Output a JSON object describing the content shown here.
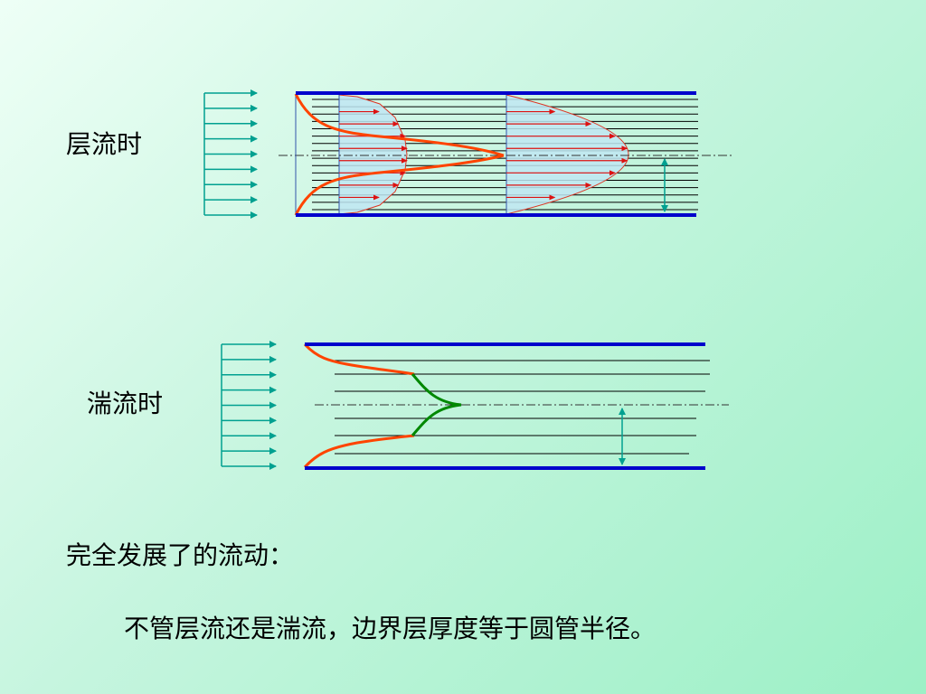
{
  "laminar_label": "层流时",
  "turbulent_label": "湍流时",
  "heading": "完全发展了的流动：",
  "statement": "不管层流还是湍流，边界层厚度等于圆管半径。",
  "colors": {
    "pipe_wall": "#0000cc",
    "boundary_layer": "#ff4400",
    "turbulent_core": "#008800",
    "arrows": "#00a090",
    "velocity_vectors": "#dd1111",
    "profile_fill": "#bfe6f2"
  }
}
